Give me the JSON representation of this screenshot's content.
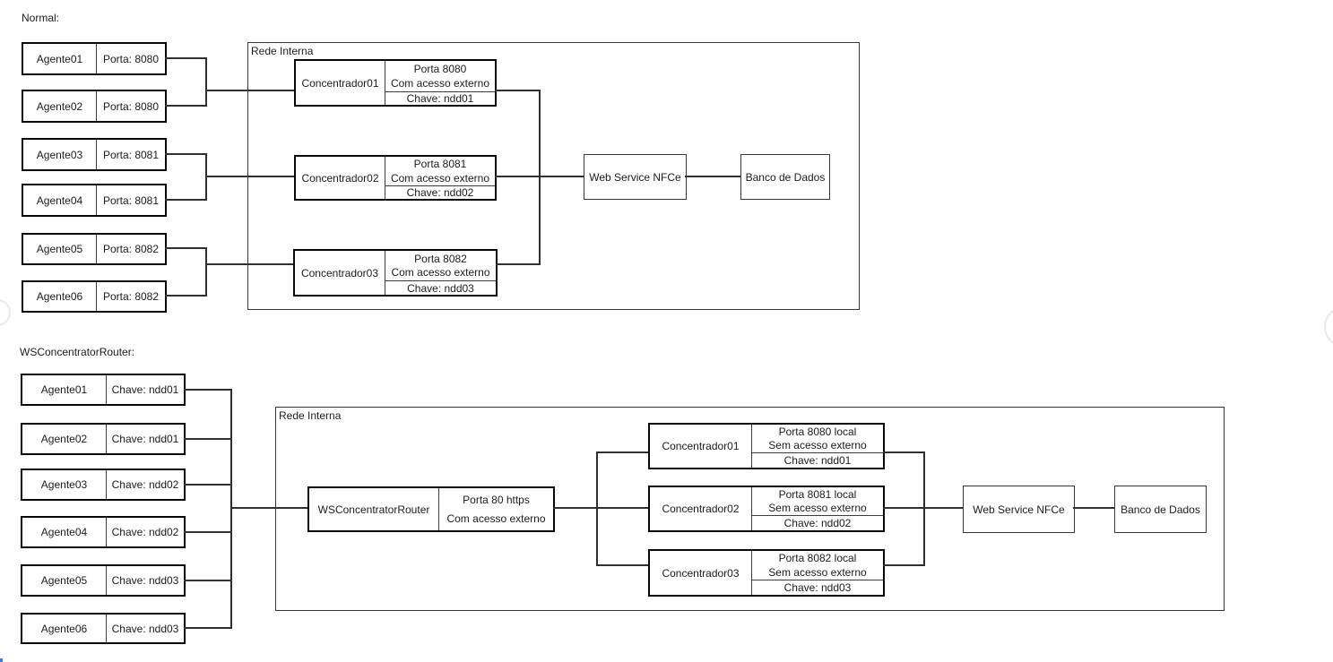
{
  "normal": {
    "title": "Normal:",
    "network_label": "Rede Interna",
    "agents": [
      {
        "name": "Agente01",
        "info": "Porta: 8080"
      },
      {
        "name": "Agente02",
        "info": "Porta: 8080"
      },
      {
        "name": "Agente03",
        "info": "Porta: 8081"
      },
      {
        "name": "Agente04",
        "info": "Porta: 8081"
      },
      {
        "name": "Agente05",
        "info": "Porta: 8082"
      },
      {
        "name": "Agente06",
        "info": "Porta: 8082"
      }
    ],
    "concentrators": [
      {
        "name": "Concentrador01",
        "port": "Porta 8080",
        "access": "Com acesso externo",
        "key": "Chave: ndd01"
      },
      {
        "name": "Concentrador02",
        "port": "Porta 8081",
        "access": "Com acesso externo",
        "key": "Chave: ndd02"
      },
      {
        "name": "Concentrador03",
        "port": "Porta 8082",
        "access": "Com acesso externo",
        "key": "Chave: ndd03"
      }
    ],
    "webservice": "Web Service NFCe",
    "database": "Banco de Dados"
  },
  "router": {
    "title": "WSConcentratorRouter:",
    "network_label": "Rede Interna",
    "agents": [
      {
        "name": "Agente01",
        "info": "Chave: ndd01"
      },
      {
        "name": "Agente02",
        "info": "Chave: ndd01"
      },
      {
        "name": "Agente03",
        "info": "Chave: ndd02"
      },
      {
        "name": "Agente04",
        "info": "Chave: ndd02"
      },
      {
        "name": "Agente05",
        "info": "Chave: ndd03"
      },
      {
        "name": "Agente06",
        "info": "Chave: ndd03"
      }
    ],
    "router_box": {
      "name": "WSConcentratorRouter",
      "port": "Porta 80 https",
      "access": "Com acesso externo"
    },
    "concentrators": [
      {
        "name": "Concentrador01",
        "port": "Porta 8080 local",
        "access": "Sem acesso externo",
        "key": "Chave: ndd01"
      },
      {
        "name": "Concentrador02",
        "port": "Porta 8081 local",
        "access": "Sem acesso externo",
        "key": "Chave: ndd02"
      },
      {
        "name": "Concentrador03",
        "port": "Porta 8082 local",
        "access": "Sem acesso externo",
        "key": "Chave: ndd03"
      }
    ],
    "webservice": "Web Service NFCe",
    "database": "Banco de Dados"
  },
  "colors": {
    "background": "#ffffff",
    "line": "#303030",
    "thick_border": "#070707",
    "thin_border": "#383838",
    "text": "#1c1c1c"
  }
}
